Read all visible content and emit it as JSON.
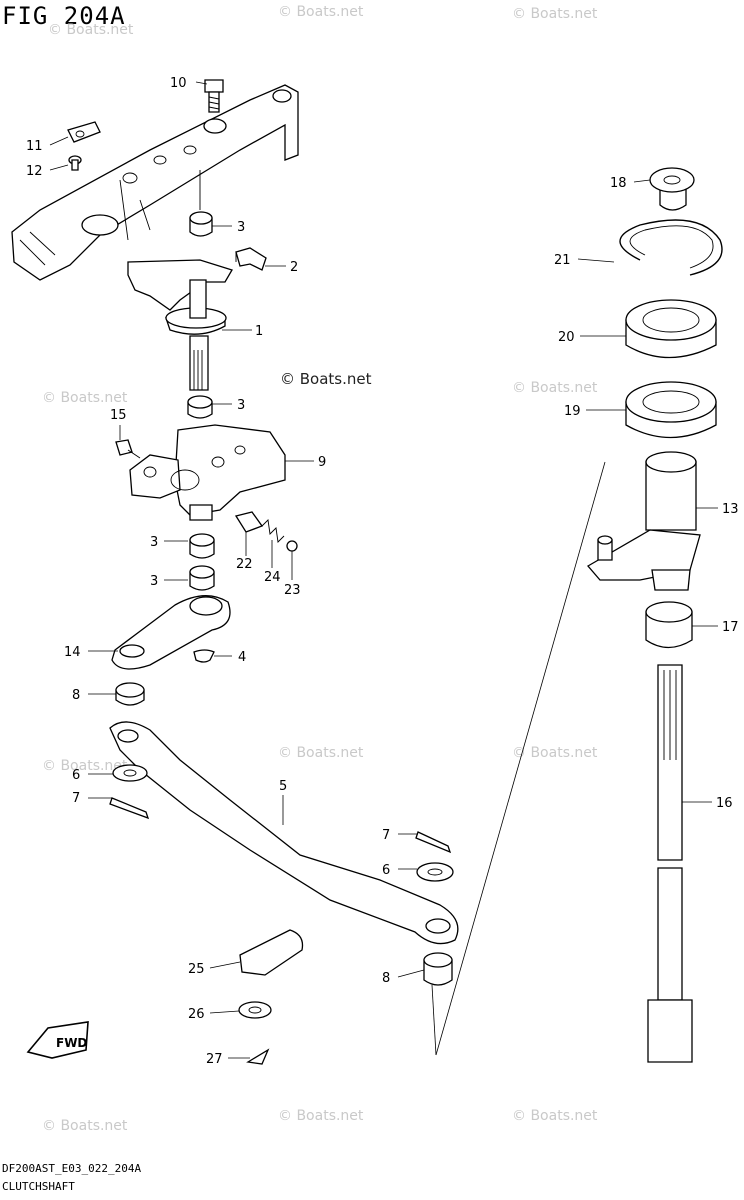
{
  "figure_title": "FIG 204A",
  "footer": {
    "model_code": "DF200AST_E03_022_204A",
    "section": "CLUTCHSHAFT"
  },
  "watermark": {
    "text": "© Boats.net"
  },
  "fwd_label": "FWD",
  "callouts": {
    "p1": "1",
    "p2": "2",
    "p3a": "3",
    "p3b": "3",
    "p3c": "3",
    "p3d": "3",
    "p4": "4",
    "p5": "5",
    "p6a": "6",
    "p6b": "6",
    "p7a": "7",
    "p7b": "7",
    "p8a": "8",
    "p8b": "8",
    "p9": "9",
    "p10": "10",
    "p11": "11",
    "p12": "12",
    "p13": "13",
    "p14": "14",
    "p15": "15",
    "p16": "16",
    "p17": "17",
    "p18": "18",
    "p19": "19",
    "p20": "20",
    "p21": "21",
    "p22": "22",
    "p23": "23",
    "p24": "24",
    "p25": "25",
    "p26": "26",
    "p27": "27"
  }
}
